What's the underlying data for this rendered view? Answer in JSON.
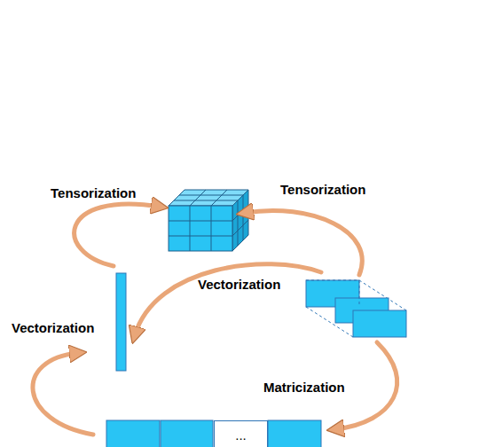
{
  "diagram": {
    "nodes": [
      {
        "text": [
          "..."
        ]
      }
    ],
    "labels": [
      "Tensorization",
      "Tensorization",
      "Vectorization",
      "Vectorization",
      "Matricization"
    ]
  }
}
